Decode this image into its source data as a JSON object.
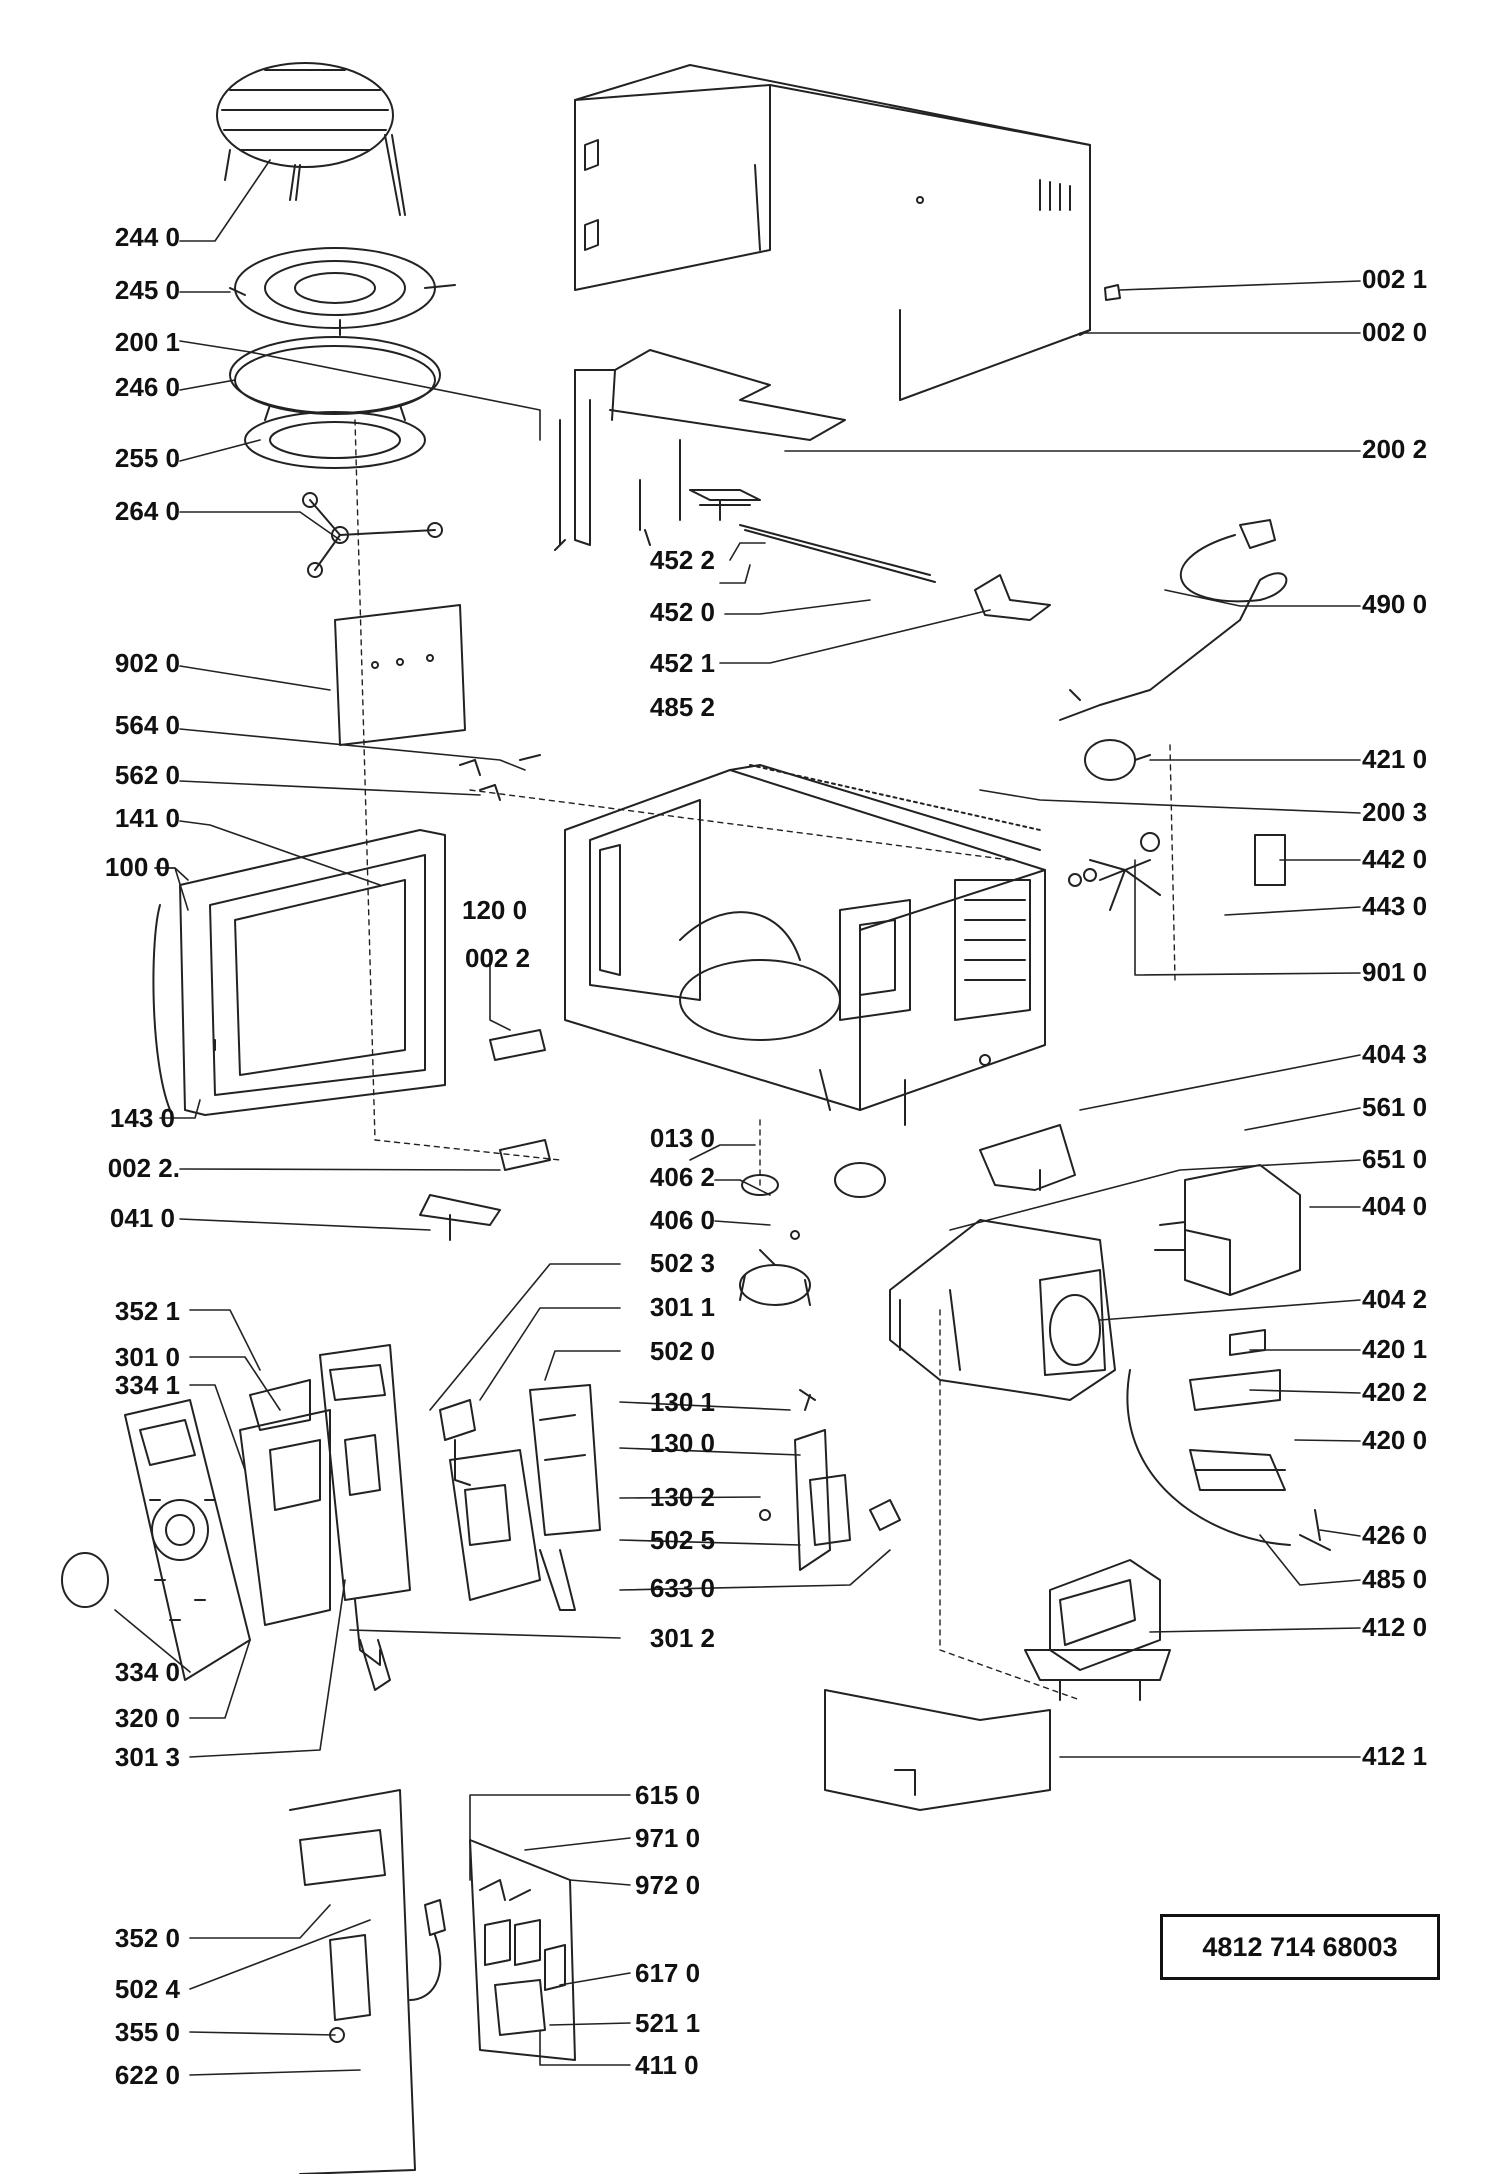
{
  "labels": {
    "l_244_0": "244 0",
    "l_245_0": "245 0",
    "l_200_1": "200 1",
    "l_246_0": "246 0",
    "l_255_0": "255 0",
    "l_264_0": "264 0",
    "l_902_0": "902 0",
    "l_564_0": "564 0",
    "l_562_0": "562 0",
    "l_141_0": "141 0",
    "l_100_0": "100 0",
    "l_143_0": "143 0",
    "l_002_2a": "002 2",
    "l_002_2b": "002 2.",
    "l_041_0": "041 0",
    "l_120_0": "120 0",
    "l_452_2": "452 2",
    "l_452_0": "452 0",
    "l_452_1": "452 1",
    "l_485_2": "485 2",
    "l_013_0": "013 0",
    "l_406_2": "406 2",
    "l_406_0": "406 0",
    "l_502_3": "502 3",
    "l_301_1": "301 1",
    "l_502_0": "502 0",
    "l_130_1": "130 1",
    "l_130_0": "130 0",
    "l_130_2": "130 2",
    "l_502_5": "502 5",
    "l_633_0": "633 0",
    "l_301_2": "301 2",
    "l_352_1": "352 1",
    "l_301_0": "301 0",
    "l_334_1": "334 1",
    "l_334_0": "334 0",
    "l_320_0": "320 0",
    "l_301_3": "301 3",
    "l_615_0": "615 0",
    "l_971_0": "971 0",
    "l_972_0": "972 0",
    "l_617_0": "617 0",
    "l_521_1": "521 1",
    "l_411_0": "411 0",
    "l_352_0": "352 0",
    "l_502_4": "502 4",
    "l_355_0": "355 0",
    "l_622_0": "622 0",
    "r_002_1": "002 1",
    "r_002_0": "002 0",
    "r_200_2": "200 2",
    "r_490_0": "490 0",
    "r_421_0": "421 0",
    "r_200_3": "200 3",
    "r_442_0": "442 0",
    "r_443_0": "443 0",
    "r_901_0": "901 0",
    "r_404_3": "404 3",
    "r_561_0": "561 0",
    "r_651_0": "651 0",
    "r_404_0": "404 0",
    "r_404_2": "404 2",
    "r_420_1": "420 1",
    "r_420_2": "420 2",
    "r_420_0": "420 0",
    "r_426_0": "426 0",
    "r_485_0": "485 0",
    "r_412_0": "412 0",
    "r_412_1": "412 1"
  },
  "code_box": "4812   714   68003"
}
